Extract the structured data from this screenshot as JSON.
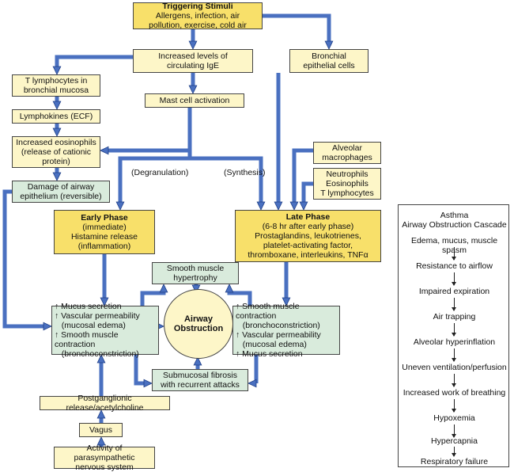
{
  "triggering": {
    "title": "Triggering Stimuli",
    "lines": [
      "Allergens, infection, air",
      "pollution, exercise, cold air"
    ]
  },
  "ige": {
    "lines": [
      "Increased levels of",
      "circulating IgE"
    ]
  },
  "bronchial": {
    "lines": [
      "Bronchial",
      "epithelial cells"
    ]
  },
  "tlymph": {
    "lines": [
      "T lymphocytes in",
      "bronchial mucosa"
    ]
  },
  "mast": {
    "text": "Mast cell activation"
  },
  "lymphokines": {
    "text": "Lymphokines (ECF)"
  },
  "eosin": {
    "lines": [
      "Increased eosinophils",
      "(release of cationic",
      "protein)"
    ]
  },
  "alveolar": {
    "lines": [
      "Alveolar",
      "macrophages"
    ]
  },
  "neutro": {
    "lines": [
      "Neutrophils",
      "Eosinophils",
      "T lymphocytes"
    ]
  },
  "labels": {
    "degran": "(Degranulation)",
    "synth": "(Synthesis)"
  },
  "damage": {
    "lines": [
      "Damage of airway",
      "epithelium (reversible)"
    ]
  },
  "early": {
    "title": "Early Phase",
    "lines": [
      "(immediate)",
      "Histamine release",
      "(inflammation)"
    ]
  },
  "late": {
    "title": "Late Phase",
    "lines": [
      "(6-8 hr after early phase)",
      "Prostaglandins, leukotrienes,",
      "platelet-activating factor,",
      "thromboxane, interleukins, TNFα"
    ]
  },
  "smoothHyper": {
    "lines": [
      "Smooth muscle",
      "hypertrophy"
    ]
  },
  "leftEffects": {
    "lines": [
      "↑ Mucus secretion",
      "↑ Vascular permeability",
      "   (mucosal edema)",
      "↑ Smooth muscle contraction",
      "   (bronchoconstriction)"
    ]
  },
  "rightEffects": {
    "lines": [
      "↑ Smooth muscle contraction",
      "   (bronchoconstriction)",
      "↑ Vascular permeability",
      "   (mucosal edema)",
      "↑ Mucus secretion"
    ]
  },
  "airway": {
    "lines": [
      "Airway",
      "Obstruction"
    ]
  },
  "fibrosis": {
    "lines": [
      "Submucosal fibrosis",
      "with recurrent attacks"
    ]
  },
  "postgang": {
    "text": "Postganglionic release/acetylcholine"
  },
  "vagus": {
    "text": "Vagus"
  },
  "parasym": {
    "lines": [
      "Activity of parasympathetic",
      "nervous system"
    ]
  },
  "cascade": {
    "title": [
      "Asthma",
      "Airway Obstruction Cascade"
    ],
    "steps": [
      "Edema, mucus, muscle spasm",
      "Resistance to airflow",
      "Impaired expiration",
      "Air trapping",
      "Alveolar hyperinflation",
      "Uneven ventilation/perfusion",
      "Increased work of breathing",
      "Hypoxemia",
      "Hypercapnia",
      "Respiratory failure"
    ]
  },
  "colors": {
    "arrow": "#4a70c0",
    "arrowEdge": "#1f3f86",
    "yellow": "#fdf6c8",
    "yellowBold": "#f8e06a",
    "green": "#d9ebdc"
  }
}
